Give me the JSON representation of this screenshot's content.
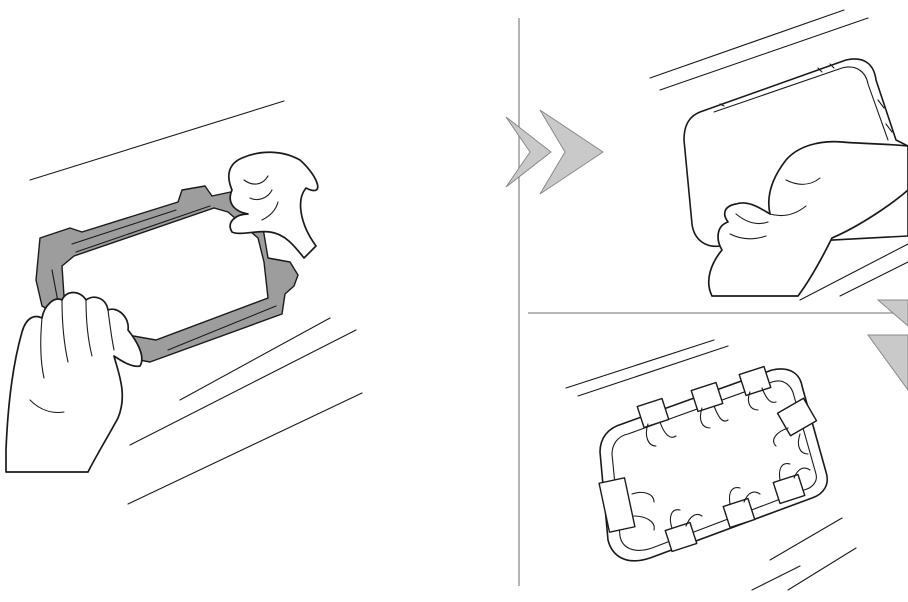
{
  "figure": {
    "panels": [
      {
        "step": "left",
        "depicts": "fitting-gasket-onto-frame"
      },
      {
        "step": "top-right",
        "depicts": "pressing-gasket-onto-display-bezel"
      },
      {
        "step": "bottom-right",
        "depicts": "binder-clips-holding-gasket"
      }
    ],
    "colors": {
      "line": "#1a1a1a",
      "gasket_fill": "#9d9d9d",
      "arrow_fill": "#c9c9c9",
      "divider": "#8c8c8c"
    },
    "icons": [
      "double-chevron-arrow-right",
      "double-chevron-arrow-down"
    ],
    "binder_clip_count": 8
  }
}
